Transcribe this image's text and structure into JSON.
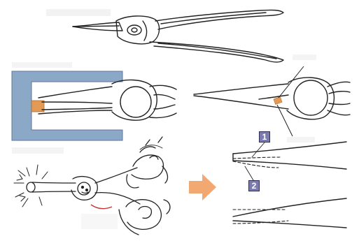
{
  "figure": {
    "callouts": [
      {
        "number": "1"
      },
      {
        "number": "2"
      }
    ],
    "colors": {
      "wall_blue": "#8ba9c7",
      "workpiece_orange": "#e39a55",
      "arrow_orange": "#f2a871",
      "badge_fill": "#7b7bb0",
      "line_dark": "#222222"
    },
    "icons": [
      "long-nose-pliers",
      "right-arrow"
    ]
  }
}
